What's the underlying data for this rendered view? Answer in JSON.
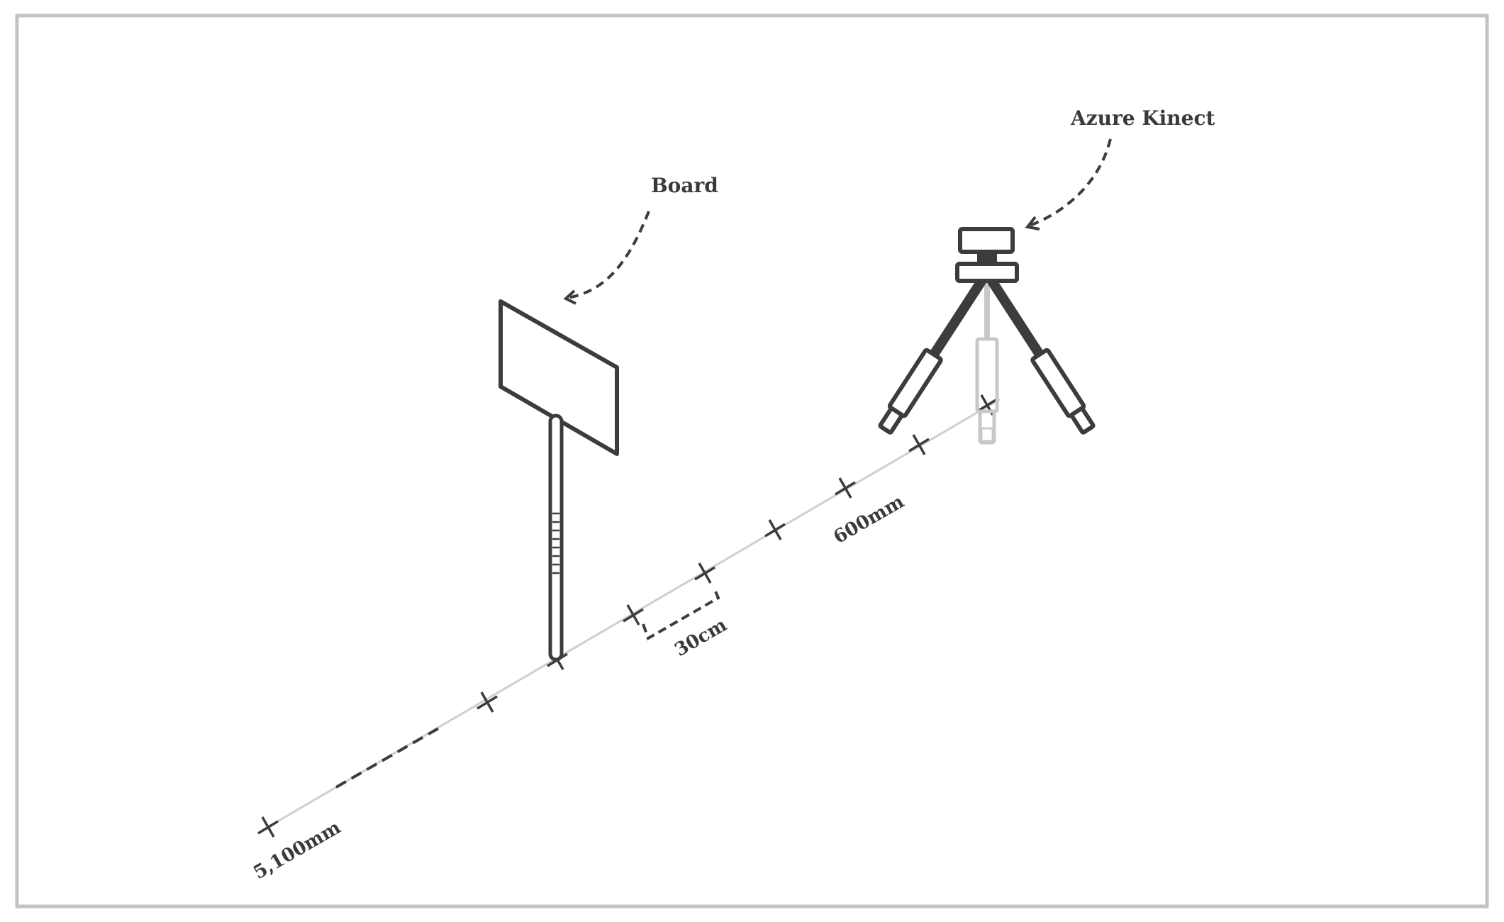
{
  "labels": {
    "board": "Board",
    "camera": "Azure Kinect",
    "far_distance": "5,100mm",
    "near_distance": "600mm",
    "interval": "30cm"
  },
  "icons": {
    "board": "board-on-stand-icon",
    "camera": "camera-on-tripod-icon"
  },
  "colors": {
    "ink": "#3c3c3c",
    "track": "#cfcfcf",
    "frame": "#c4c4c4"
  }
}
